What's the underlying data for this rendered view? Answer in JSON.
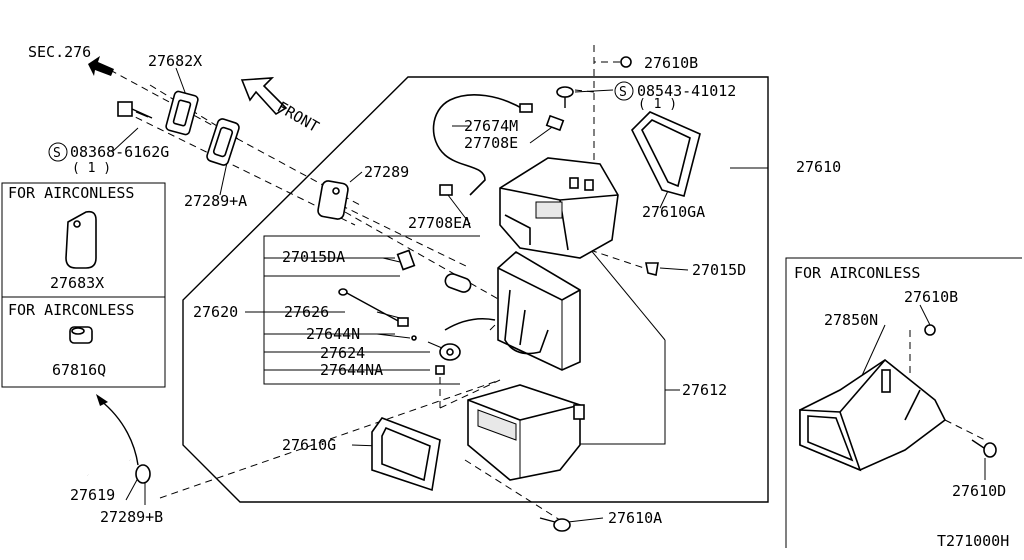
{
  "diagram": {
    "sec_ref": "SEC.276",
    "front_label": "FRONT",
    "drawing_code": "T271000H",
    "parts": {
      "p27682X": "27682X",
      "p08368": "08368-6162G",
      "p08368_qty": "( 1 )",
      "p27289A": "27289+A",
      "p27289": "27289",
      "p27674M": "27674M",
      "p27708E": "27708E",
      "p27708EA": "27708EA",
      "p27610B_top": "27610B",
      "p08543": "08543-41012",
      "p08543_qty": "( 1 )",
      "p27610GA": "27610GA",
      "p27610": "27610",
      "p27015DA": "27015DA",
      "p27015D": "27015D",
      "p27620": "27620",
      "p27626": "27626",
      "p27644N": "27644N",
      "p27624": "27624",
      "p27644NA": "27644NA",
      "p27612": "27612",
      "p27610G": "27610G",
      "p27619": "27619",
      "p27289B": "27289+B",
      "p27610A": "27610A",
      "p27683X": "27683X",
      "p67816Q": "67816Q",
      "p27850N": "27850N",
      "p27610B_right": "27610B",
      "p27610D": "27610D"
    },
    "boxes": {
      "airconless_1": "FOR AIRCONLESS",
      "airconless_2": "FOR AIRCONLESS",
      "airconless_3": "FOR AIRCONLESS"
    },
    "screw_symbol": "S"
  }
}
